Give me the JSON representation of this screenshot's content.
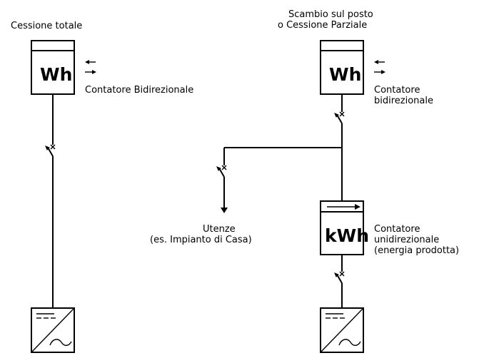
{
  "left": {
    "title": "Cessione totale",
    "meter": {
      "unit": "Wh",
      "icon": "bidirectional-arrows-icon"
    },
    "meter_label": "Contatore Bidirezionale",
    "switch": "circuit-breaker-icon",
    "inverter": "inverter-dc-ac-icon"
  },
  "right": {
    "title_line1": "Scambio sul posto",
    "title_line2": "o Cessione Parziale",
    "meter": {
      "unit": "Wh",
      "icon": "bidirectional-arrows-icon"
    },
    "meter_label_line1": "Contatore",
    "meter_label_line2": "bidirezionale",
    "load_label_line1": "Utenze",
    "load_label_line2": "(es. Impianto di Casa)",
    "production_meter": {
      "unit": "kWh",
      "icon": "unidirectional-arrow-icon"
    },
    "production_label_line1": "Contatore",
    "production_label_line2": "unidirezionale",
    "production_label_line3": "(energia prodotta)",
    "inverter": "inverter-dc-ac-icon"
  }
}
